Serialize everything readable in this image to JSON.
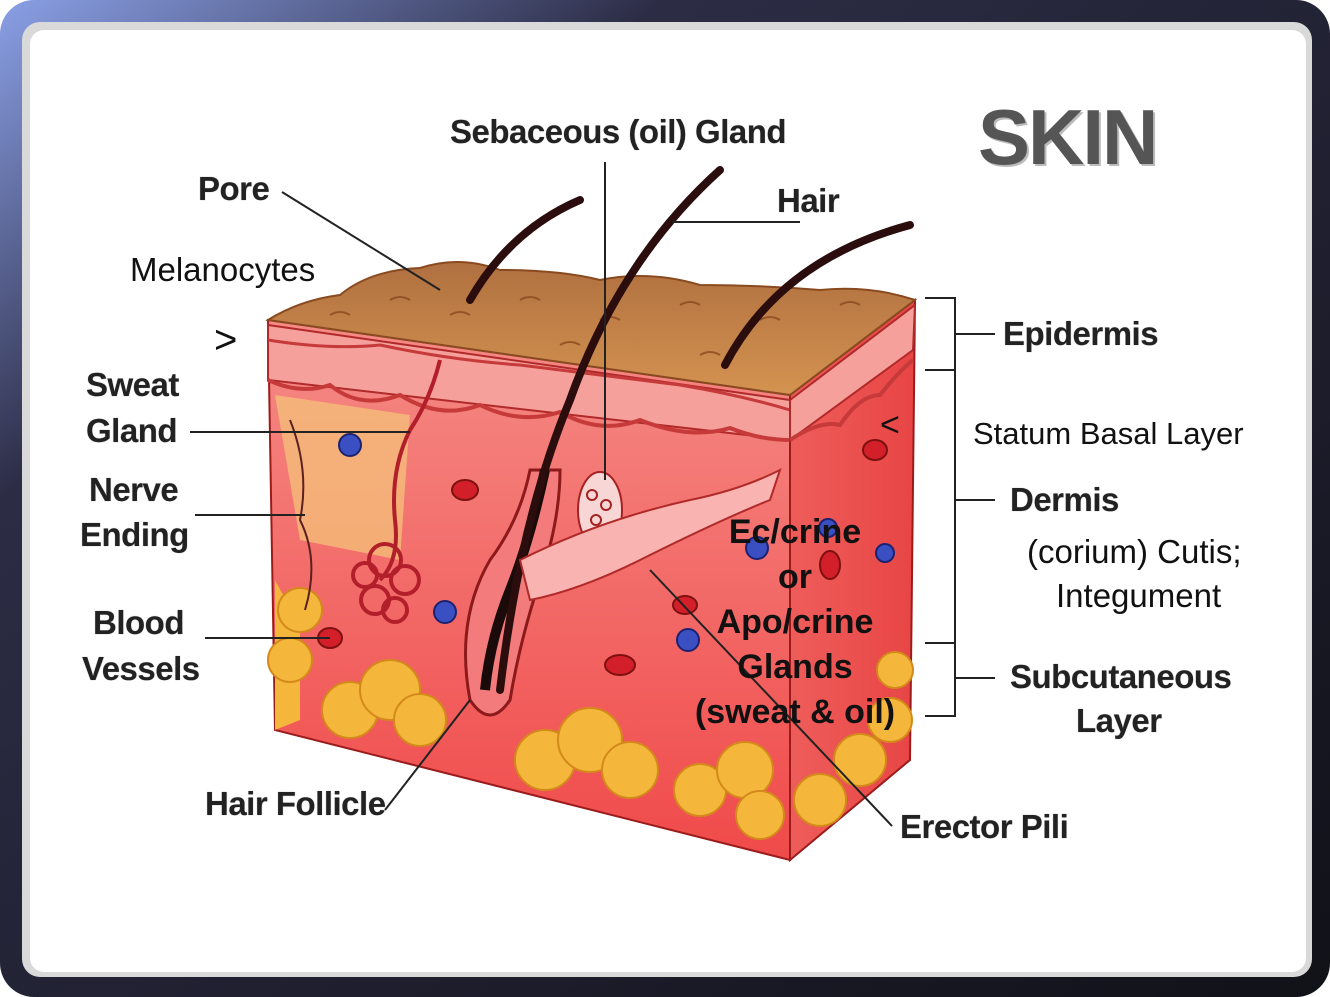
{
  "title": "SKIN",
  "labels": {
    "sebaceous": "Sebaceous (oil) Gland",
    "pore": "Pore",
    "hair": "Hair",
    "melanocytes": "Melanocytes",
    "arrow_right": ">",
    "arrow_left": "<",
    "sweat_gland_1": "Sweat",
    "sweat_gland_2": "Gland",
    "nerve_ending_1": "Nerve",
    "nerve_ending_2": "Ending",
    "blood_vessels_1": "Blood",
    "blood_vessels_2": "Vessels",
    "hair_follicle": "Hair Follicle",
    "erector_pili": "Erector Pili",
    "epidermis": "Epidermis",
    "statum_basal": "Statum Basal Layer",
    "dermis": "Dermis",
    "corium_1": "(corium) Cutis;",
    "corium_2": "Integument",
    "subcutaneous_1": "Subcutaneous",
    "subcutaneous_2": "Layer",
    "glands_1": "Ec/crine",
    "glands_2": "or",
    "glands_3": "Apo/crine",
    "glands_4": "Glands",
    "glands_5": "(sweat & oil)"
  },
  "colors": {
    "frame_outer": "#1c1c2a",
    "frame_inner": "#ffffff",
    "epidermis": "#c97a3a",
    "dermis": "#f27a7a",
    "fat": "#f5b73b",
    "vessel_red": "#d21f2a",
    "vessel_blue": "#3a4fc2"
  }
}
